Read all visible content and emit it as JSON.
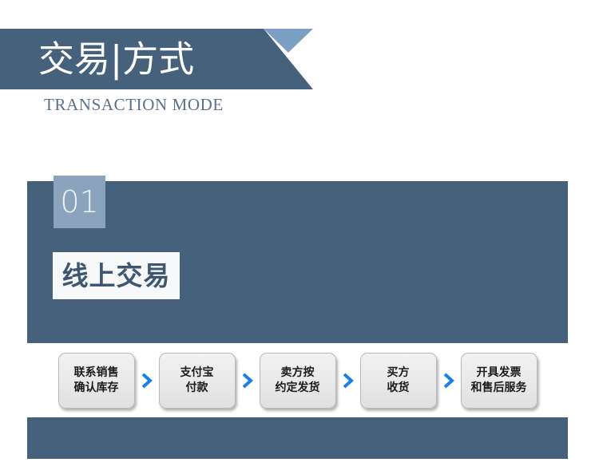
{
  "header": {
    "title": "交易|方式",
    "subtitle": "TRANSACTION MODE",
    "banner_color": "#46617c",
    "banner_accent_color": "#7ba0c4",
    "subtitle_color": "#5b7089"
  },
  "section": {
    "number": "01",
    "number_badge_color": "#8ba3bd",
    "title": "线上交易",
    "title_box_color": "#f7f8fa",
    "title_text_color": "#3e576f",
    "card_color": "#46617c"
  },
  "flow": {
    "arrow_icon": "chevron-right-icon",
    "arrow_color": "#1a7fe8",
    "steps": [
      {
        "lines": [
          "联系销售",
          "确认库存"
        ]
      },
      {
        "lines": [
          "支付宝",
          "付款"
        ]
      },
      {
        "lines": [
          "卖方按",
          "约定发货"
        ]
      },
      {
        "lines": [
          "买方",
          "收货"
        ]
      },
      {
        "lines": [
          "开具发票",
          "和售后服务"
        ]
      }
    ]
  }
}
